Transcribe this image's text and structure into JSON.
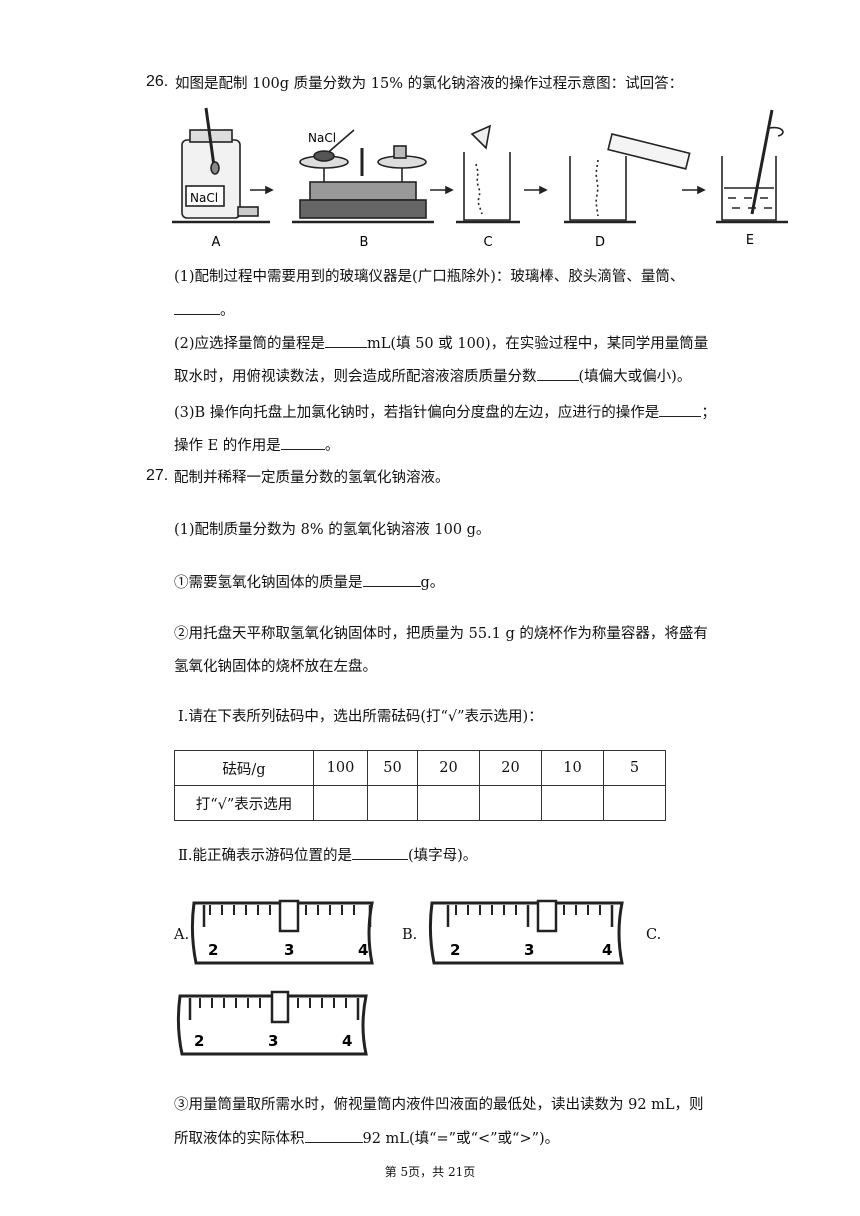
{
  "q26": {
    "number": "26.",
    "stem": "如图是配制 100g 质量分数为 15% 的氯化钠溶液的操作过程示意图：试回答：",
    "figure": {
      "labels": [
        "A",
        "B",
        "C",
        "D",
        "E"
      ],
      "jar_label": "NaCl",
      "balance_label": "NaCl"
    },
    "p1": "(1)配制过程中需要用到的玻璃仪器是(广口瓶除外)：玻璃棒、胶头滴管、量筒、",
    "p1_end": "。",
    "p2a": "(2)应选择量筒的量程是",
    "p2b": "mL(填 50 或 100)，在实验过程中，某同学用量筒量",
    "p2c": "取水时，用俯视读数法，则会造成所配溶液溶质质量分数",
    "p2d": "(填偏大或偏小)。",
    "p3a": "(3)B 操作向托盘上加氯化钠时，若指针偏向分度盘的左边，应进行的操作是",
    "p3b": "；",
    "p3c": "操作 E 的作用是",
    "p3d": "。"
  },
  "q27": {
    "number": "27.",
    "stem": "配制并稀释一定质量分数的氢氧化钠溶液。",
    "s1": "(1)配制质量分数为 8% 的氢氧化钠溶液 100 g。",
    "s2a": "①需要氢氧化钠固体的质量是",
    "s2b": "g。",
    "s3a": "②用托盘天平称取氢氧化钠固体时，把质量为 55.1 g 的烧杯作为称量容器，将盛有",
    "s3b": "氢氧化钠固体的烧杯放在左盘。",
    "s4": "Ⅰ.请在下表所列砝码中，选出所需砝码(打“√”表示选用)：",
    "table": {
      "header_label": "砝码/g",
      "weights": [
        "100",
        "50",
        "20",
        "20",
        "10",
        "5"
      ],
      "row_label": "打“√”表示选用"
    },
    "s5a": "Ⅱ.能正确表示游码位置的是",
    "s5b": "(填字母)。",
    "options": [
      "A.",
      "B.",
      "C."
    ],
    "ruler_ticks": [
      "2",
      "3",
      "4"
    ],
    "s6a": "③用量筒量取所需水时，俯视量筒内液件凹液面的最低处，读出读数为 92 mL，则",
    "s6b": "所取液体的实际体积",
    "s6c": "92 mL(填“=”或“<”或“>”)。"
  },
  "footer": "第 5页，共 21页"
}
